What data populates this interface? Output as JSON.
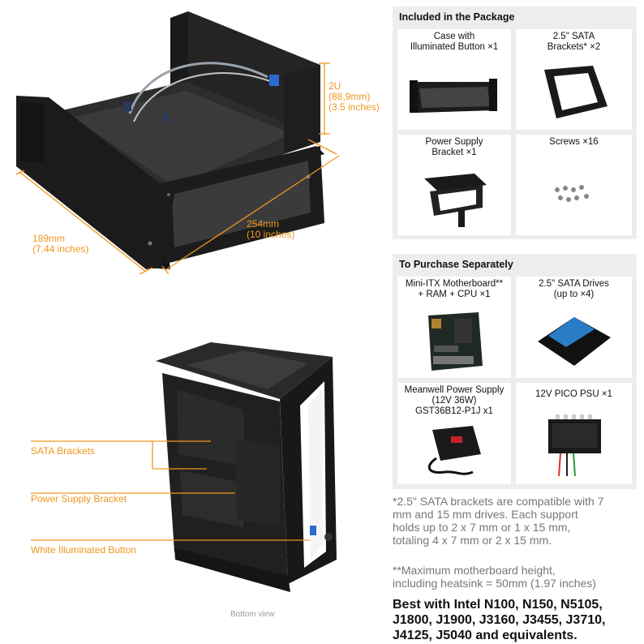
{
  "dimensions": {
    "height": {
      "l1": "2U",
      "l2": "(88,9mm)",
      "l3": "(3.5 inches)"
    },
    "depth": {
      "l1": "254mm",
      "l2": "(10 inches)"
    },
    "width": {
      "l1": "189mm",
      "l2": "(7.44 inches)"
    }
  },
  "callouts": {
    "sata": "SATA Brackets",
    "psu": "Power Supply Bracket",
    "button": "White Illuminated Button"
  },
  "bottom_caption": "Bottom view",
  "included": {
    "title": "Included in the Package",
    "items": [
      {
        "l1": "Case with",
        "l2": "Illuminated Button ×1"
      },
      {
        "l1": "2.5\" SATA",
        "l2": "Brackets* ×2"
      },
      {
        "l1": "Power Supply",
        "l2": "Bracket ×1"
      },
      {
        "l1": "Screws ×16",
        "l2": ""
      }
    ]
  },
  "separate": {
    "title": "To Purchase Separately",
    "items": [
      {
        "l1": "Mini-ITX Motherboard**",
        "l2": "+ RAM + CPU ×1",
        "l3": ""
      },
      {
        "l1": "2.5\" SATA Drives",
        "l2": "(up to ×4)",
        "l3": ""
      },
      {
        "l1": "Meanwell Power Supply",
        "l2": "(12V 36W)",
        "l3": "GST36B12-P1J x1"
      },
      {
        "l1": "12V PICO PSU ×1",
        "l2": "",
        "l3": ""
      }
    ]
  },
  "notes": {
    "sata_note": [
      "*2.5\" SATA brackets are compatible with 7",
      "mm and 15 mm drives. Each support",
      "holds up to 2 x 7 mm or 1 x 15 mm,",
      "totaling 4 x 7 mm or 2 x 15 mm."
    ],
    "height_note": [
      "**Maximum motherboard height,",
      "including heatsink = 50mm (1.97 inches)"
    ],
    "best": [
      "Best with Intel N100, N150, N5105,",
      "J1800, J1900, J3160, J3455, J3710,",
      "J4125, J5040 and equivalents."
    ]
  },
  "colors": {
    "accent": "#f0961e",
    "panel_bg": "#ededed",
    "case": "#1c1c1c"
  }
}
